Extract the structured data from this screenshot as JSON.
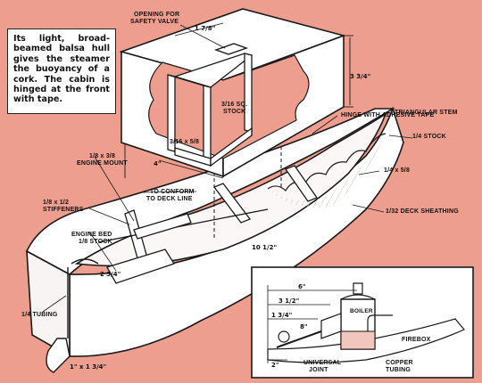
{
  "caption": "Its light, broad-beamed balsa hull gives the steamer the buoyancy of a cork. The cabin is hinged at the front with tape.",
  "labels": {
    "opening": "OPENING FOR",
    "safety_valve": "SAFETY VALVE",
    "hinge": "HINGE WITH ADHESIVE TAPE",
    "triangular_stem": "TRIANGULAR STEM",
    "sq_stock_frac": "3/16 SQ.",
    "stock": "STOCK",
    "frame_size": "3/16 x 5/8",
    "stock_quarter": "1/4 STOCK",
    "size_quarter_5_8": "1/4 x 5/8",
    "engine_mount_size": "1/8 x 3/8",
    "engine_mount": "ENGINE MOUNT",
    "conform": "TO CONFORM",
    "deck_line": "TO DECK LINE",
    "stiffeners_size": "1/8 x 1/2",
    "stiffeners": "STIFFENERS",
    "deck_sheathing": "1/32 DECK SHEATHING",
    "engine_bed": "ENGINE BED",
    "engine_bed_stock": "1/8 STOCK",
    "tubing": "1/4 TUBING",
    "boiler": "BOILER",
    "firebox": "FIREBOX",
    "universal": "UNIVERSAL",
    "joint": "JOINT",
    "copper": "COPPER",
    "copper_tubing": "TUBING"
  },
  "dims": {
    "d_1_7_8": "1 7/8\"",
    "d_3_3_4": "3 3/4\"",
    "d_4": "4\"",
    "d_10_1_2": "10 1/2\"",
    "d_2_3_4": "2 3/4\"",
    "d_1x1_3_4": "1\" x 1 3/4\"",
    "d_6": "6\"",
    "d_3_1_2": "3 1/2\"",
    "d_1_3_4": "1 3/4\"",
    "d_8": "8\"",
    "d_2_inset": "2\""
  },
  "colors": {
    "background": "#ee9e8e",
    "hull": "#ffffff",
    "ink": "#1a1a1a"
  }
}
